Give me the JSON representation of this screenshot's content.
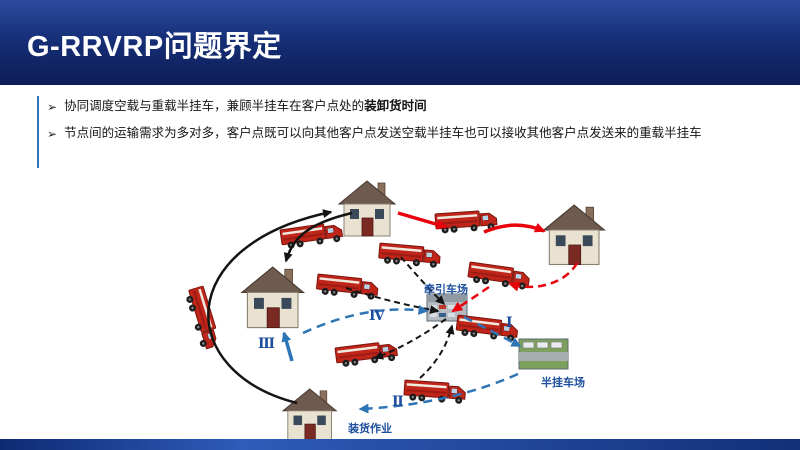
{
  "header": {
    "title": "G-RRVRP问题界定"
  },
  "bullets": {
    "marker": "➢",
    "items": [
      {
        "text": "协同调度空载与重载半挂车，兼顾半挂车在客户点处的",
        "bold": "装卸货时间"
      },
      {
        "text": "节点间的运输需求为多对多，客户点既可以向其他客户点发送空载半挂车也可以接收其他客户点发送来的重载半挂车",
        "bold": ""
      }
    ]
  },
  "diagram": {
    "labels": {
      "tractor_depot": "牵引车场",
      "trailer_depot": "半挂车场",
      "loading_operation": "装货作业",
      "route_1": "Ⅰ",
      "route_2": "Ⅱ",
      "route_3": "Ⅲ",
      "route_4": "Ⅳ"
    }
  },
  "colors": {
    "header_bg": "#14276b",
    "footer_bg": "#2e5cb8",
    "label_blue": "#1d4f9e",
    "arrow_blue": "#2e75b6",
    "arrow_red": "#e8000b",
    "arrow_black": "#141414",
    "truck_red": "#c0251a"
  }
}
